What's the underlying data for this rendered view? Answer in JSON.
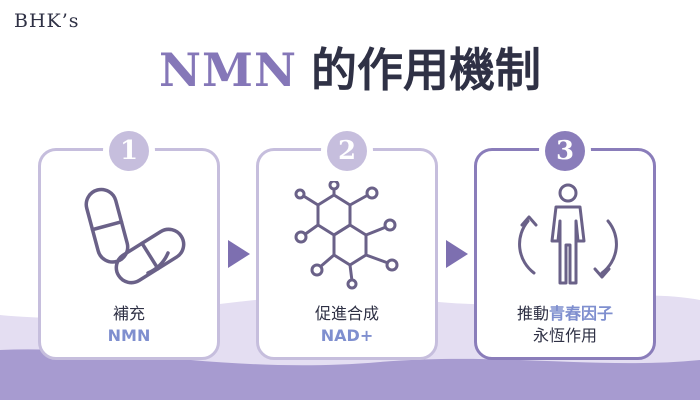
{
  "brand": "BHK’s",
  "title": {
    "en": "NMN",
    "zh": "的作用機制"
  },
  "steps": [
    {
      "number": "1",
      "line1": "補充",
      "line2": "NMN",
      "icon": "capsule-pills-icon"
    },
    {
      "number": "2",
      "line1": "促進合成",
      "line2": "NAD+",
      "icon": "molecule-icon"
    },
    {
      "number": "3",
      "line1_prefix": "推動",
      "line1_highlight": "青春因子",
      "line2": "永恆作用",
      "icon": "person-rotation-icon"
    }
  ],
  "colors": {
    "accent": "#8577b8",
    "highlight_text": "#7f8fcf",
    "dark_text": "#2f3145",
    "light_border": "#c6bedd",
    "active_border": "#8a7dba",
    "wave_light": "#ddd6ef",
    "wave_dark": "#a79bd0"
  }
}
